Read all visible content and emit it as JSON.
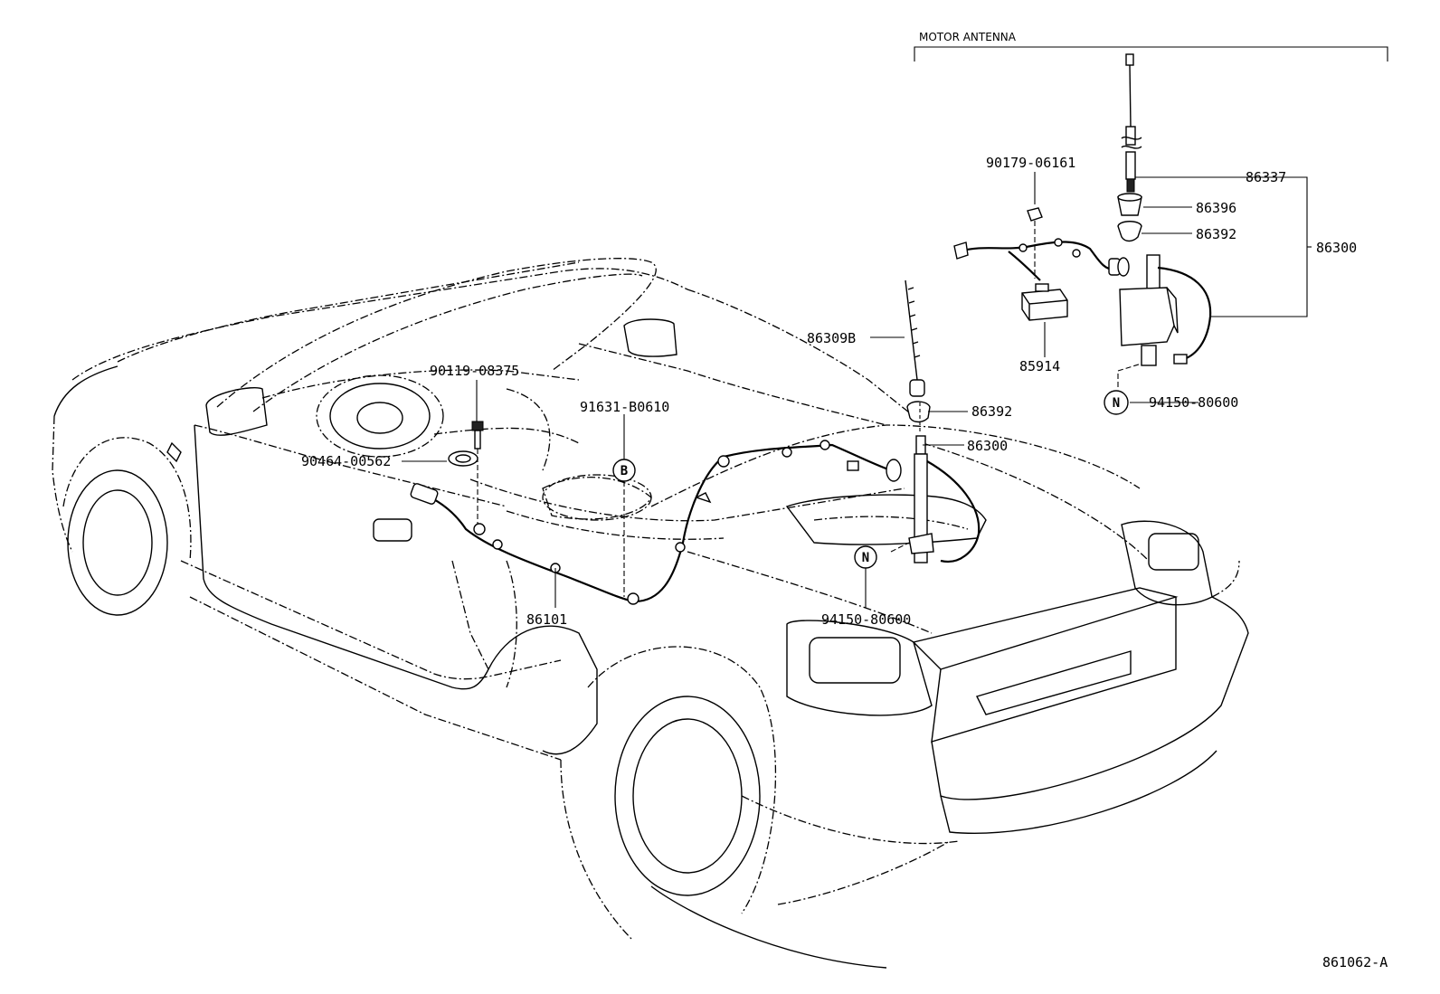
{
  "section_label": "MOTOR ANTENNA",
  "figure_code": "861062-A",
  "callouts": [
    {
      "id": "c90179",
      "text": "90179-06161"
    },
    {
      "id": "c86337",
      "text": "86337"
    },
    {
      "id": "c86396",
      "text": "86396"
    },
    {
      "id": "c86392a",
      "text": "86392"
    },
    {
      "id": "c86300a",
      "text": "86300"
    },
    {
      "id": "c85914",
      "text": "85914"
    },
    {
      "id": "c94150a",
      "text": "94150-80600"
    },
    {
      "id": "c86309b",
      "text": "86309B"
    },
    {
      "id": "c86392b",
      "text": "86392"
    },
    {
      "id": "c86300b",
      "text": "86300"
    },
    {
      "id": "c90119",
      "text": "90119-08375"
    },
    {
      "id": "c91631",
      "text": "91631-B0610"
    },
    {
      "id": "c90464",
      "text": "90464-00562"
    },
    {
      "id": "c86101",
      "text": "86101"
    },
    {
      "id": "c94150b",
      "text": "94150-80600"
    }
  ],
  "markers": [
    {
      "id": "mN1",
      "letter": "N"
    },
    {
      "id": "mN2",
      "letter": "N"
    },
    {
      "id": "mB",
      "letter": "B"
    }
  ]
}
